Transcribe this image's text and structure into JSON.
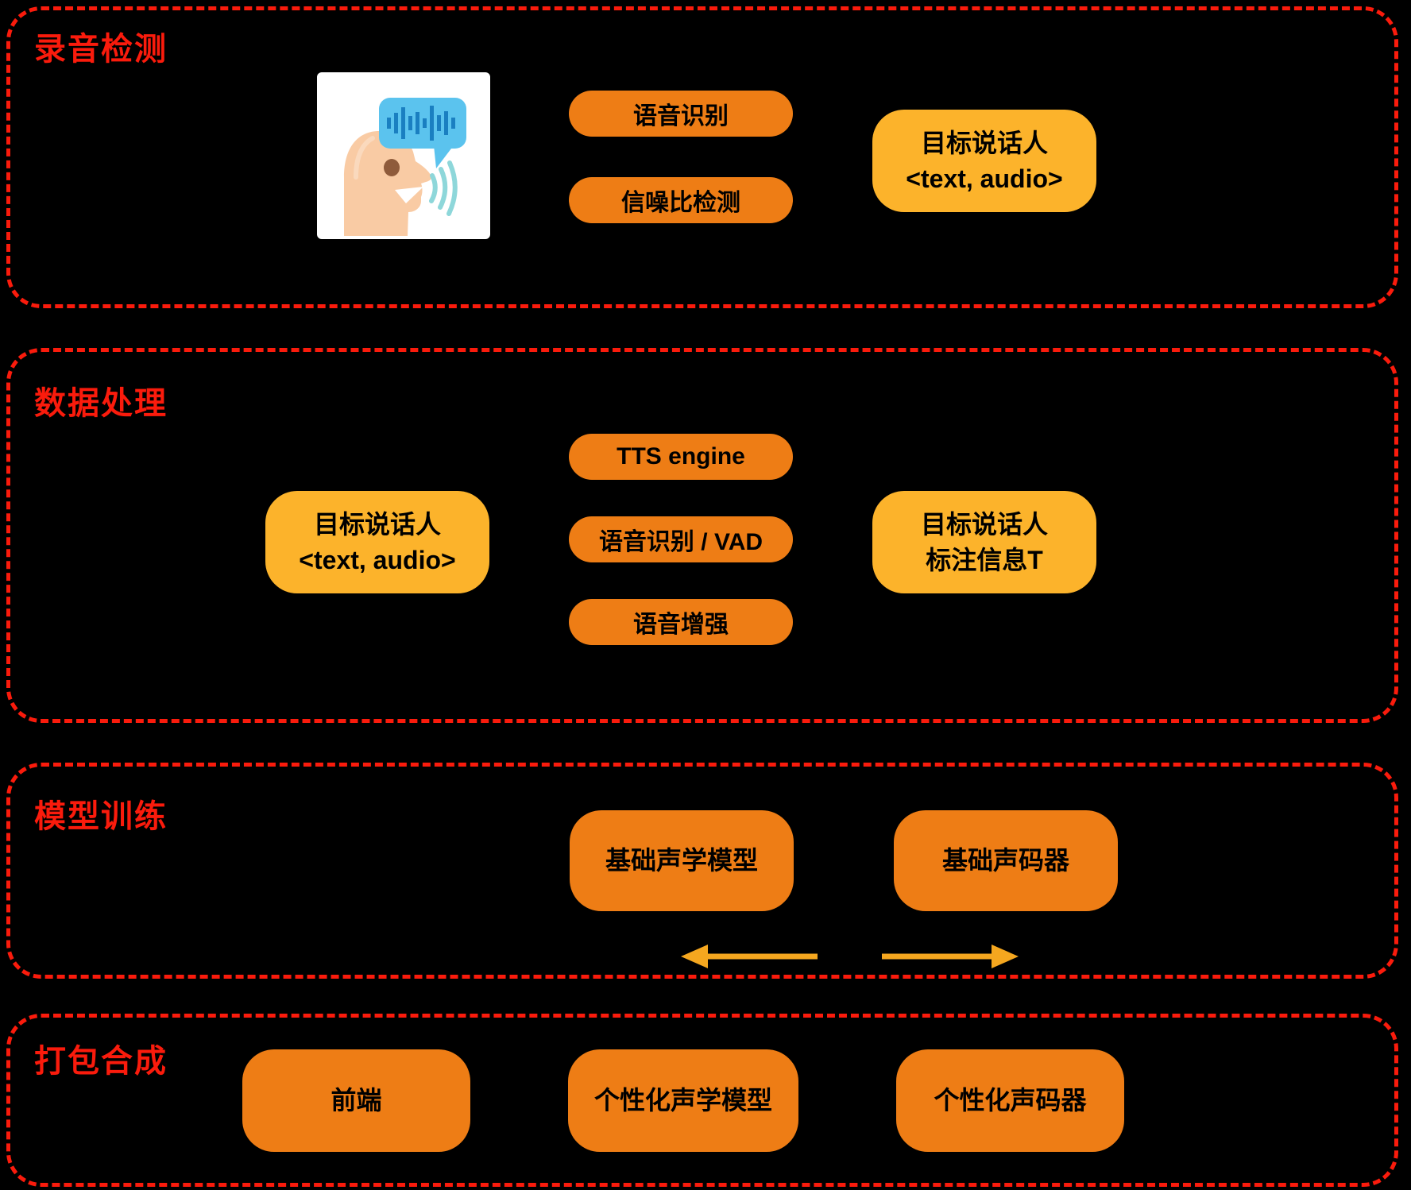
{
  "colors": {
    "background": "#000000",
    "section_border": "#fa1b0c",
    "section_label": "#fa1b0c",
    "button_orange": "#ee7d15",
    "box_yellow": "#fcb32b",
    "node_text": "#000000",
    "arrow": "#f5a71f",
    "icon_bubble": "#5bc3ee",
    "icon_waveform": "#1a7fc1",
    "icon_skin": "#f9cba4",
    "icon_eye": "#8f5b3b",
    "icon_sound_waves": "#8ed7da"
  },
  "sections": [
    {
      "label": "录音检测",
      "icon": "person-speaking-icon",
      "buttons": [
        "语音识别",
        "信噪比检测"
      ],
      "output_box": {
        "line1": "目标说话人",
        "line2": "<text, audio>"
      }
    },
    {
      "label": "数据处理",
      "input_box": {
        "line1": "目标说话人",
        "line2": "<text, audio>"
      },
      "buttons": [
        "TTS engine",
        "语音识别 / VAD",
        "语音增强"
      ],
      "output_box": {
        "line1": "目标说话人",
        "line2": "标注信息T"
      }
    },
    {
      "label": "模型训练",
      "boxes": [
        "基础声学模型",
        "基础声码器"
      ],
      "arrows": [
        "left",
        "right"
      ]
    },
    {
      "label": "打包合成",
      "boxes": [
        "前端",
        "个性化声学模型",
        "个性化声码器"
      ]
    }
  ]
}
